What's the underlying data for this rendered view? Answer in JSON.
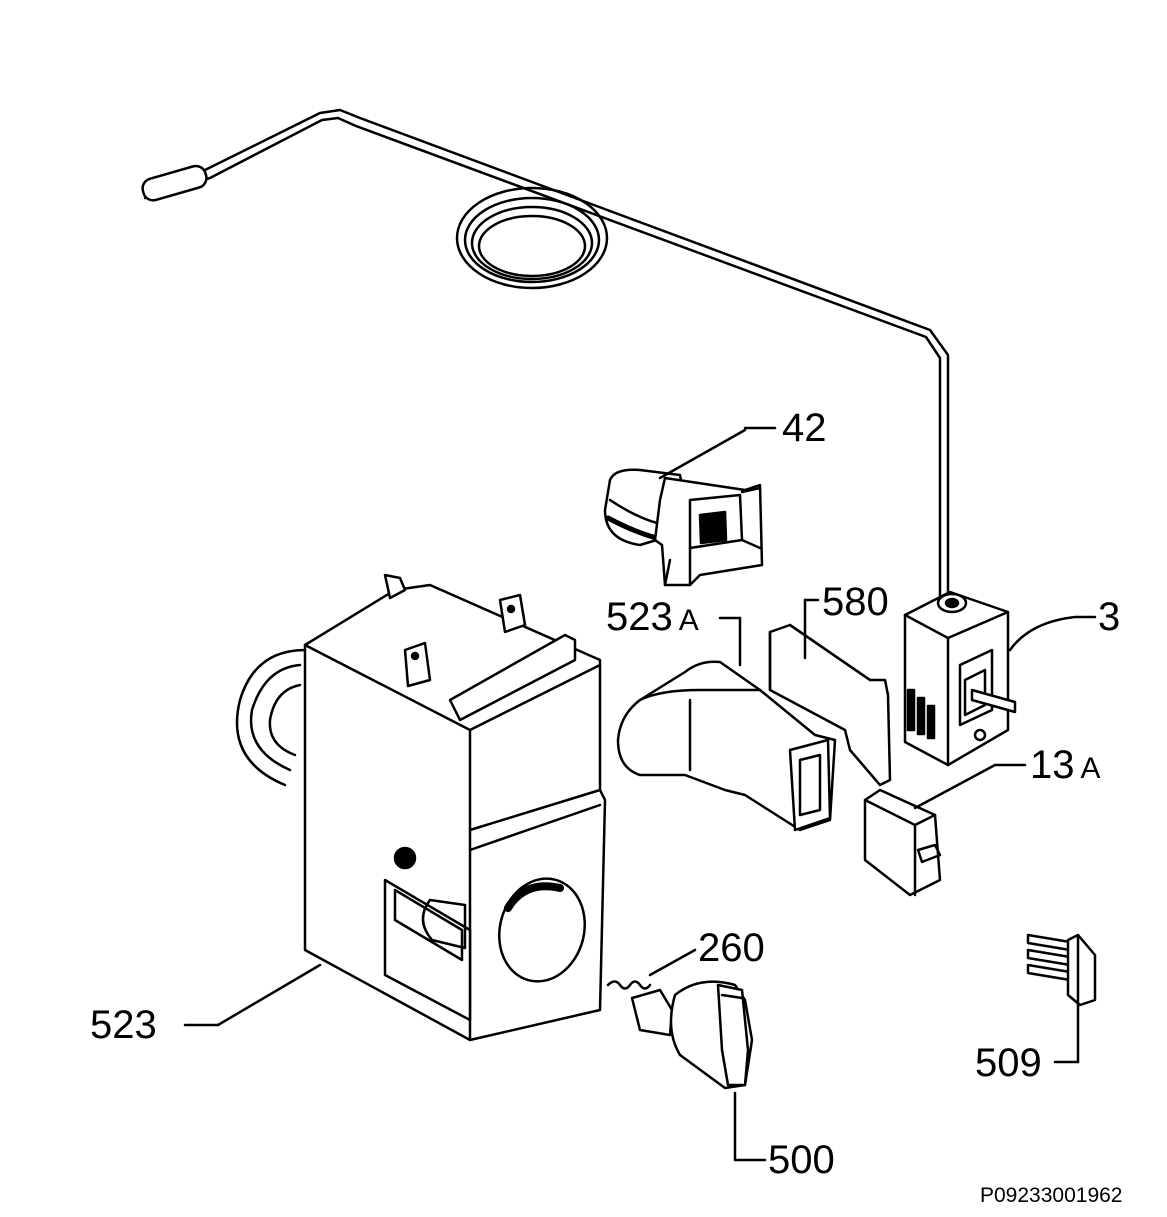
{
  "labels": {
    "p42": {
      "num": "42",
      "suffix": ""
    },
    "p523a": {
      "num": "523",
      "suffix": "A"
    },
    "p580": {
      "num": "580",
      "suffix": ""
    },
    "p3": {
      "num": "3",
      "suffix": ""
    },
    "p13a": {
      "num": "13",
      "suffix": "A"
    },
    "p260": {
      "num": "260",
      "suffix": ""
    },
    "p523": {
      "num": "523",
      "suffix": ""
    },
    "p500": {
      "num": "500",
      "suffix": ""
    },
    "p509": {
      "num": "509",
      "suffix": ""
    }
  },
  "reference_code": "P09233001962",
  "colors": {
    "line": "#000000",
    "fill": "#ffffff",
    "shadow": "#000000"
  }
}
